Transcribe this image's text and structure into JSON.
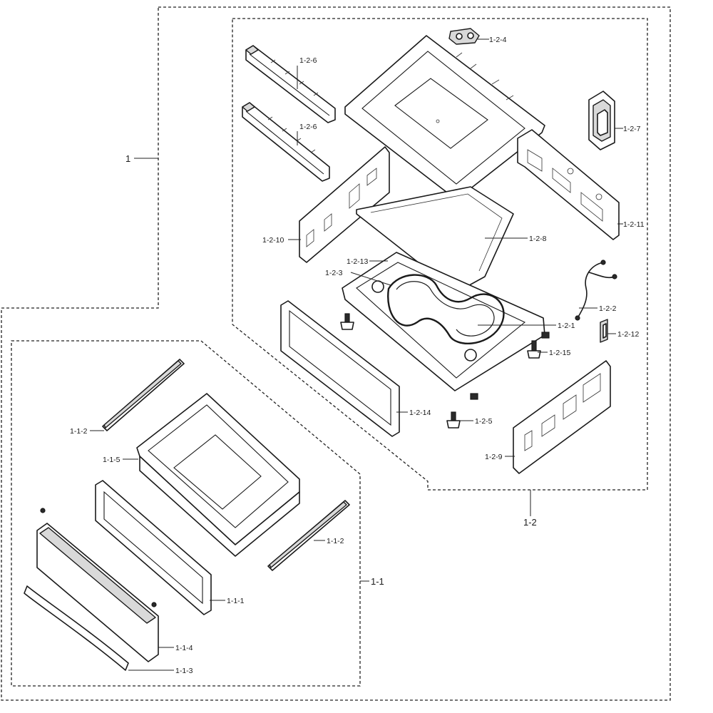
{
  "assembly_labels": {
    "main": "1",
    "upper": "1-2",
    "drawer": "1-1"
  },
  "part_labels": {
    "p1_2_1": "1-2-1",
    "p1_2_2": "1-2-2",
    "p1_2_3": "1-2-3",
    "p1_2_4": "1-2-4",
    "p1_2_5": "1-2-5",
    "p1_2_6_a": "1-2-6",
    "p1_2_6_b": "1-2-6",
    "p1_2_7": "1-2-7",
    "p1_2_8": "1-2-8",
    "p1_2_9": "1-2-9",
    "p1_2_10": "1-2-10",
    "p1_2_11": "1-2-11",
    "p1_2_12": "1-2-12",
    "p1_2_13": "1-2-13",
    "p1_2_14": "1-2-14",
    "p1_2_15": "1-2-15",
    "p1_1_1": "1-1-1",
    "p1_1_2_a": "1-1-2",
    "p1_1_2_b": "1-1-2",
    "p1_1_3": "1-1-3",
    "p1_1_4": "1-1-4",
    "p1_1_5": "1-1-5"
  }
}
